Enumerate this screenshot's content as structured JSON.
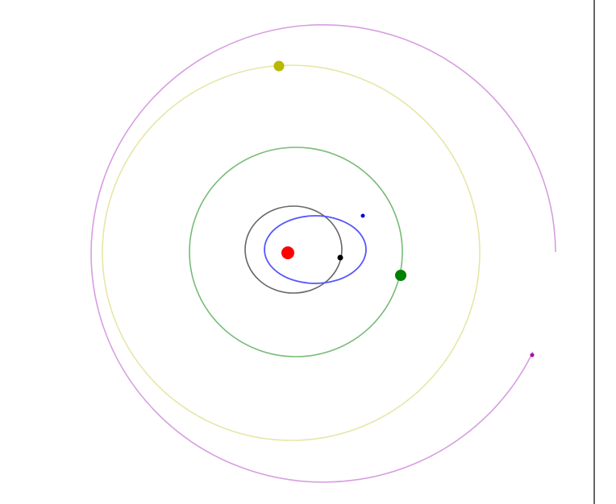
{
  "diagram": {
    "type": "orbital-simulation",
    "background_color": "#ffffff",
    "boundary_line_color": "#000000",
    "sun": {
      "color": "#ff0000"
    },
    "bodies": [
      {
        "id": "black",
        "body_color": "#000000",
        "orbit_color": "#666666"
      },
      {
        "id": "blue",
        "body_color": "#0000cc",
        "orbit_color": "#5555ff"
      },
      {
        "id": "green",
        "body_color": "#008000",
        "orbit_color": "#77bb77"
      },
      {
        "id": "yellow",
        "body_color": "#b8b800",
        "orbit_color": "#e6e6a8"
      },
      {
        "id": "purple",
        "body_color": "#aa00aa",
        "orbit_color": "#d79ee0"
      }
    ]
  }
}
